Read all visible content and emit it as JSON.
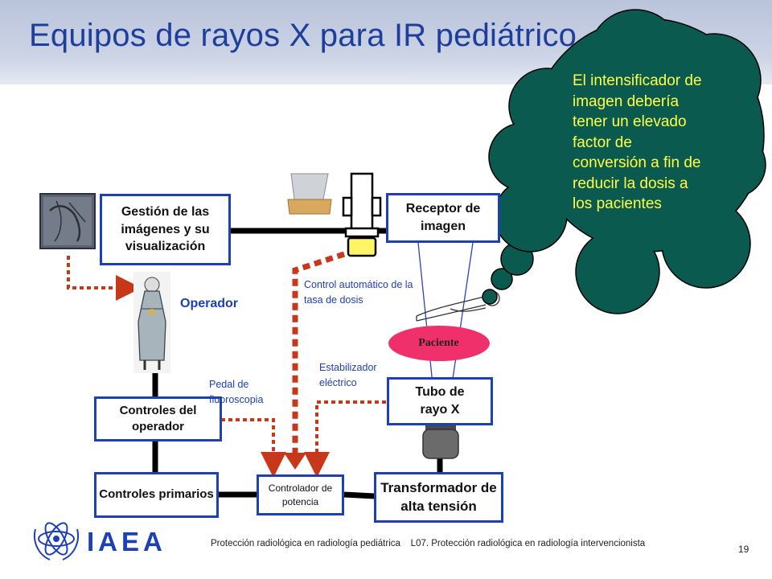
{
  "title": "Equipos de rayos X para IR pediátrico",
  "boxes": {
    "image_management": "Gestión de las imágenes y su visualización",
    "image_receptor": "Receptor de imagen",
    "operator_controls": "Controles del operador",
    "primary_controls": "Controles primarios",
    "power_controller": "Controlador de potencia",
    "xray_tube": "Tubo de rayo X",
    "hv_transformer": "Transformador de alta tensión"
  },
  "labels": {
    "operator": "Operador",
    "aec": "Control automático de la tasa de dosis",
    "stabilizer": "Estabilizador eléctrico",
    "pedal": "Pedal de fluoroscopia",
    "patient": "Paciente"
  },
  "callout": "El intensificador de imagen debería tener un elevado factor de conversión a fin de reducir la dosis a los pacientes",
  "logo_text": "IAEA",
  "footer": "Protección radiológica en radiología pediátrica    L07. Protección radiológica en radiología intervencionista",
  "page_number": "19",
  "colors": {
    "title": "#1f3d9a",
    "box_border": "#1d3fb8",
    "dotted_arrow": "#c8371a",
    "cloud": "#0b5a50",
    "callout_text": "#ffff44",
    "patient_ellipse": "#f0306a"
  }
}
